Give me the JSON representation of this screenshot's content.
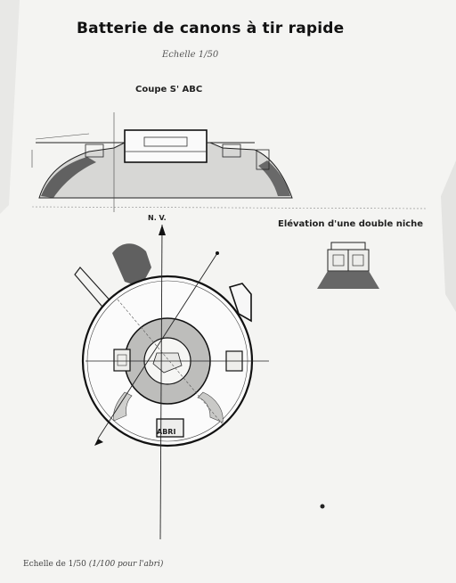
{
  "drawing": {
    "title": "Batterie de canons à tir rapide",
    "scale_note": "Echelle 1/50",
    "section_label": "Coupe S' ABC",
    "elevation_label": "Elévation d'une double niche",
    "north_label": "N. V.",
    "gun_label": "ABRI",
    "bottom_scale": "Echelle de 1/50",
    "bottom_scale_note": "(1/100 pour l'abri)"
  }
}
